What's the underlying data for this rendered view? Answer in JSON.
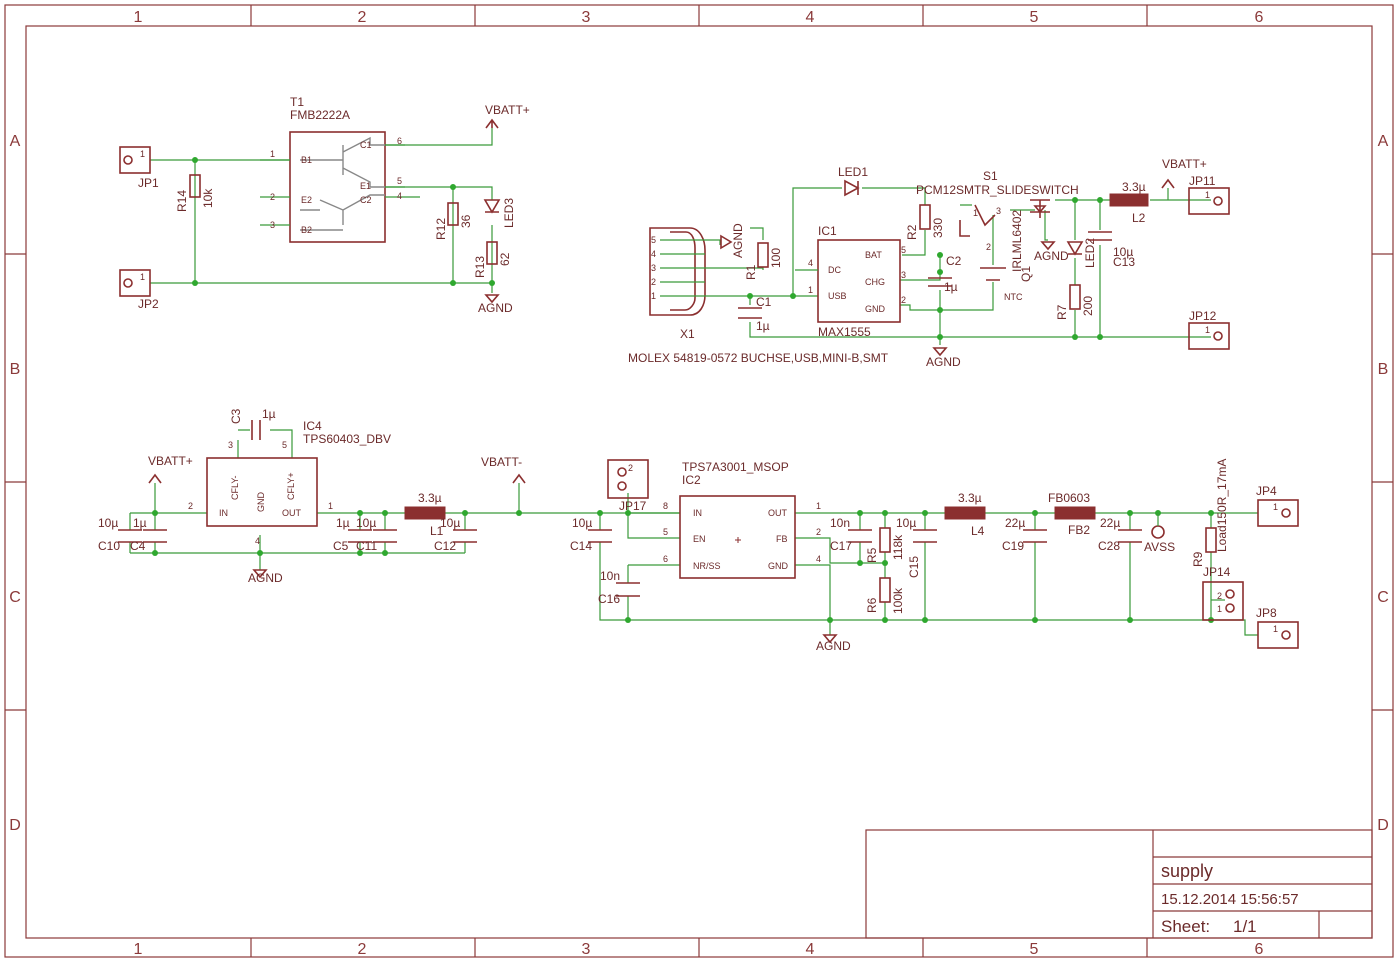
{
  "grid": {
    "cols": [
      "1",
      "2",
      "3",
      "4",
      "5",
      "6"
    ],
    "rows": [
      "A",
      "B",
      "C",
      "D"
    ]
  },
  "title_block": {
    "name": "supply",
    "date": "15.12.2014 15:56:57",
    "sheet_label": "Sheet:",
    "sheet_value": "1/1"
  },
  "labels": {
    "t1_name": "T1",
    "t1_value": "FMB2222A",
    "vbatt_plus_1": "VBATT+",
    "vbatt_plus_2": "VBATT+",
    "vbatt_plus_3": "VBATT+",
    "vbatt_minus": "VBATT-",
    "jp1": "JP1",
    "jp2": "JP2",
    "jp4": "JP4",
    "jp8": "JP8",
    "jp11": "JP11",
    "jp12": "JP12",
    "jp14": "JP14",
    "jp17": "JP17",
    "r14": "R14",
    "r14_val": "10k",
    "r12": "R12",
    "r12_val": "36",
    "r13": "R13",
    "r13_val": "62",
    "led3": "LED3",
    "agnd1": "AGND",
    "agnd2": "AGND",
    "agnd3": "AGND",
    "agnd4": "AGND",
    "agnd5": "AGND",
    "agnd6": "AGND",
    "led1": "LED1",
    "s1": "S1",
    "pcm": "PCM12SMTR_SLIDESWITCH",
    "r2": "R2",
    "r2_val": "330",
    "ic1": "IC1",
    "max": "MAX1555",
    "c2": "C2",
    "c2_val": "1µ",
    "r1": "R1",
    "r1_val": "100",
    "c1": "C1",
    "c1_val": "1µ",
    "x1": "X1",
    "molex": "MOLEX 54819-0572  BUCHSE,USB,MINI-B,SMT",
    "q1": "Q1",
    "irlml": "IRLML6402",
    "led2": "LED2",
    "r7": "R7",
    "r7_val": "200",
    "l2": "L2",
    "l2_val": "3.3µ",
    "c13": "C13",
    "c13_val": "10µ",
    "ntc": "NTC",
    "ic1_dc": "DC",
    "ic1_usb": "USB",
    "ic1_bat": "BAT",
    "ic1_chg": "CHG",
    "ic1_gnd": "GND",
    "ic4": "IC4",
    "tps6": "TPS60403_DBV",
    "c3": "C3",
    "c3_val": "1µ",
    "cfly_m": "CFLY-",
    "cfly_p": "CFLY+",
    "ic4_in": "IN",
    "ic4_out": "OUT",
    "ic4_gnd": "GND",
    "c10": "C10",
    "c10_val": "10µ",
    "c4": "C4",
    "c4_val": "1µ",
    "c5": "C5",
    "c5_val": "1µ",
    "c11": "C11",
    "c11_val": "10µ",
    "l1": "L1",
    "l1_val": "3.3µ",
    "c12": "C12",
    "c12_val": "10µ",
    "c14": "C14",
    "c14_val": "10µ",
    "tps7": "TPS7A3001_MSOP",
    "ic2": "IC2",
    "ic2_in": "IN",
    "ic2_en": "EN",
    "ic2_nr": "NR/SS",
    "ic2_out": "OUT",
    "ic2_fb": "FB",
    "ic2_gnd": "GND",
    "c16": "C16",
    "c16_val": "10n",
    "c17": "C17",
    "c17_val": "10n",
    "r5": "R5",
    "r5_val": "118k",
    "r6": "R6",
    "r6_val": "100k",
    "c15": "C15",
    "c15_val": "10µ",
    "l4": "L4",
    "l4_val": "3.3µ",
    "c19": "C19",
    "c19_val": "22µ",
    "fb2": "FB2",
    "fb_val": "FB0603",
    "c28": "C28",
    "c28_val": "22µ",
    "avss": "AVSS",
    "r9": "R9",
    "r9_val": "Load150R_17mA"
  }
}
